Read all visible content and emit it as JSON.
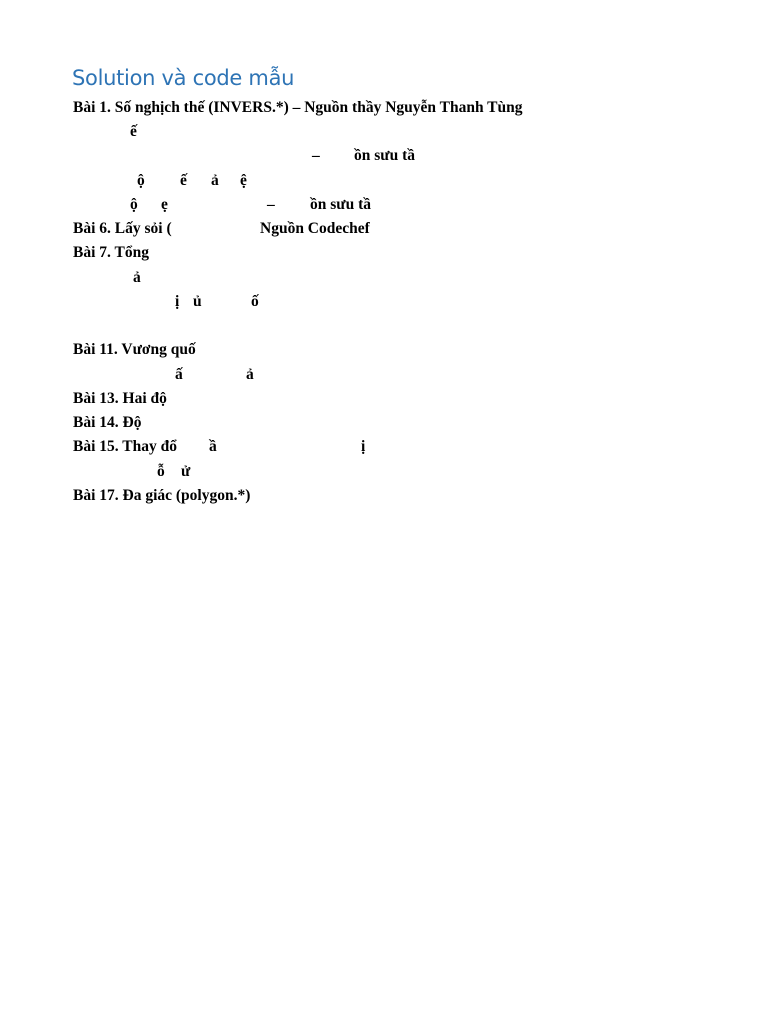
{
  "heading": "Solution và code mẫu",
  "lines": [
    {
      "frags": [
        "Bài 1. Số nghịch thế (INVERS.*) – Nguồn thầy Nguyễn Thanh Tùng"
      ]
    },
    {
      "frags": [
        "ế"
      ]
    },
    {
      "frags": [
        "–",
        "ồn sưu tầ"
      ]
    },
    {
      "frags": [
        "ộ",
        "ế",
        "ả",
        "ệ"
      ]
    },
    {
      "frags": [
        "ộ",
        "ẹ",
        "–",
        "ồn sưu tầ"
      ]
    },
    {
      "frags": [
        "Bài 6. Lấy sỏi (",
        "Nguồn Codechef"
      ]
    },
    {
      "frags": [
        "Bài 7. Tổng"
      ]
    },
    {
      "frags": [
        "ả"
      ]
    },
    {
      "frags": [
        "ị",
        "ủ",
        "ố"
      ]
    },
    {
      "frags": [
        "Bài 11. Vương quố"
      ]
    },
    {
      "frags": [
        "ấ",
        "ả"
      ]
    },
    {
      "frags": [
        "Bài 13. Hai độ"
      ]
    },
    {
      "frags": [
        "Bài 14. Độ"
      ]
    },
    {
      "frags": [
        "Bài 15. Thay đổ",
        "ầ",
        "ị"
      ]
    },
    {
      "frags": [
        "ỗ",
        "ử"
      ]
    },
    {
      "frags": [
        "Bài 17. Đa giác (polygon.*)"
      ]
    }
  ]
}
